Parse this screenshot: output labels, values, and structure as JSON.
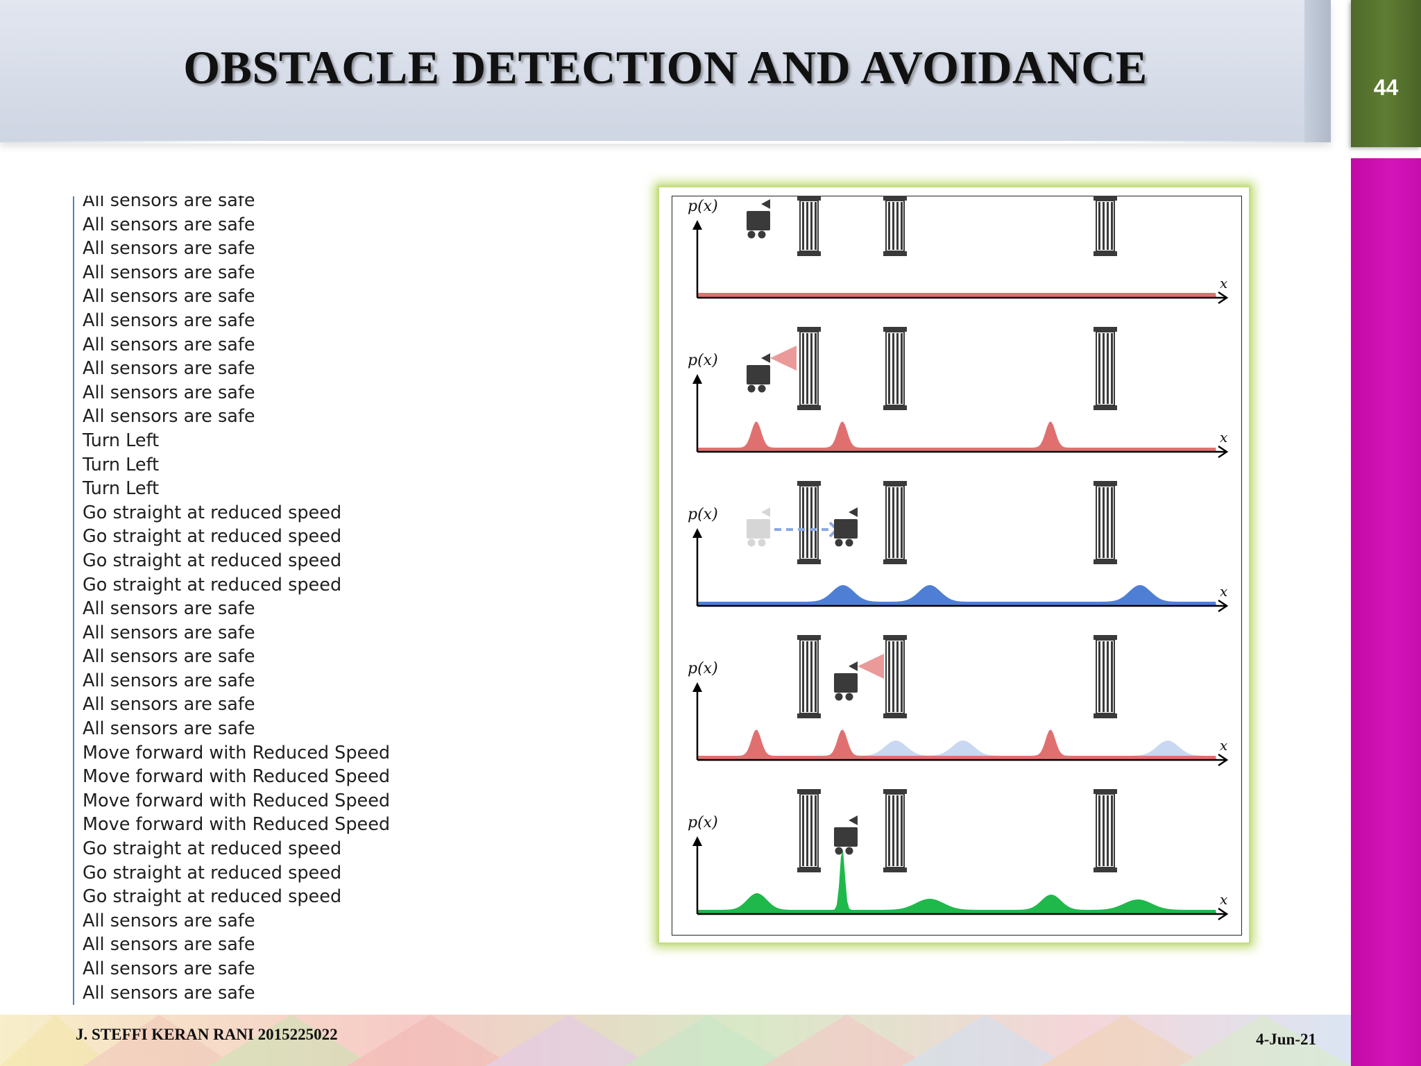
{
  "slide": {
    "title": "OBSTACLE DETECTION AND AVOIDANCE",
    "page_number": "44",
    "footer_author": "J. STEFFI KERAN RANI 2015225022",
    "footer_date": "4-Jun-21"
  },
  "log": {
    "lines": [
      "All sensors are safe",
      "All sensors are safe",
      "All sensors are safe",
      "All sensors are safe",
      "All sensors are safe",
      "All sensors are safe",
      "All sensors are safe",
      "All sensors are safe",
      "All sensors are safe",
      "All sensors are safe",
      "Turn Left",
      "Turn Left",
      "Turn Left",
      "Go straight at reduced speed",
      "Go straight at reduced speed",
      "Go straight at reduced speed",
      "Go straight at reduced speed",
      "All sensors are safe",
      "All sensors are safe",
      "All sensors are safe",
      "All sensors are safe",
      "All sensors are safe",
      "All sensors are safe",
      "Move forward with Reduced Speed",
      "Move forward with Reduced Speed",
      "Move forward with Reduced Speed",
      "Move forward with Reduced Speed",
      "Go straight at reduced speed",
      "Go straight at reduced speed",
      "Go straight at reduced speed",
      "All sensors are safe",
      "All sensors are safe",
      "All sensors are safe",
      "All sensors are safe"
    ]
  },
  "figure": {
    "y_label": "p(x)",
    "x_label": "x",
    "colors": {
      "red": "#e07070",
      "blue": "#4f7fd4",
      "green": "#1fb84a",
      "light_blue": "#c9d8f2",
      "pillar": "#3a3a3a",
      "robot": "#3a3a3a",
      "frame_glow": "#c4dd7d"
    },
    "panels": [
      {
        "distribution": "uniform",
        "color": "red",
        "robot": "at-first-pillar",
        "sensor_beam": false
      },
      {
        "distribution": "peaks-at-pillars",
        "color": "red",
        "robot": "at-first-pillar",
        "sensor_beam": true
      },
      {
        "distribution": "shifted-peaks",
        "color": "blue",
        "robot": "moving-right",
        "sensor_beam": false
      },
      {
        "distribution": "peaks-at-pillars",
        "color": "red",
        "robot": "at-second-pillar",
        "sensor_beam": true
      },
      {
        "distribution": "localized",
        "color": "green",
        "robot": "at-second-pillar",
        "sensor_beam": false
      }
    ]
  }
}
